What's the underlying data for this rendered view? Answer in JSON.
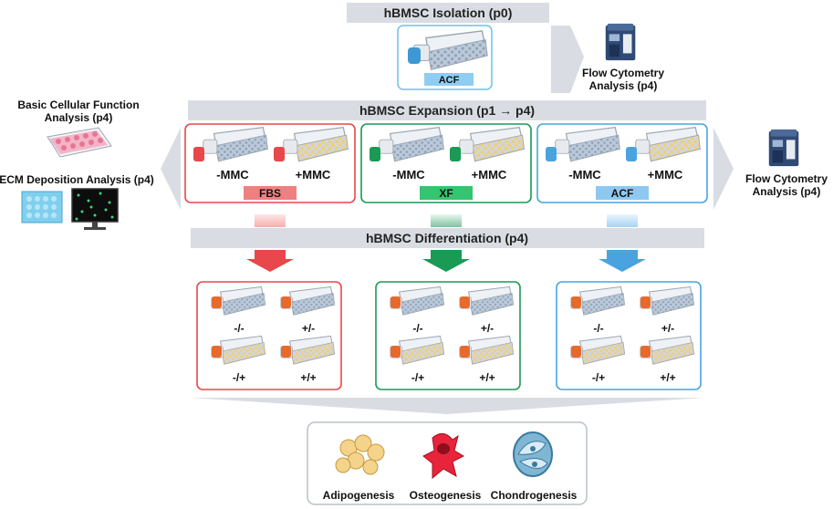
{
  "isolation": {
    "title": "hBMSC Isolation (p0)",
    "flask_label": "ACF"
  },
  "flow_top": {
    "line1": "Flow Cytometry",
    "line2": "Analysis (p4)"
  },
  "flow_right": {
    "line1": "Flow Cytometry",
    "line2": "Analysis (p4)"
  },
  "basic_function": {
    "line1": "Basic Cellular Function",
    "line2": "Analysis (p4)"
  },
  "ecm": {
    "label": "ECM Deposition Analysis (p4)"
  },
  "expansion": {
    "title": "hBMSC Expansion (p1 → p4)",
    "groups": [
      {
        "label": "FBS",
        "minus": "-MMC",
        "plus": "+MMC",
        "color": "#e8474b",
        "label_bg": "#f08080"
      },
      {
        "label": "XF",
        "minus": "-MMC",
        "plus": "+MMC",
        "color": "#1a9a55",
        "label_bg": "#35c46f"
      },
      {
        "label": "ACF",
        "minus": "-MMC",
        "plus": "+MMC",
        "color": "#4aa3df",
        "label_bg": "#8ec8f0"
      }
    ]
  },
  "differentiation": {
    "title": "hBMSC Differentiation (p4)",
    "conditions": [
      "-/-",
      "+/-",
      "-/+",
      "+/+"
    ]
  },
  "outcomes": [
    "Adipogenesis",
    "Osteogenesis",
    "Chondrogenesis"
  ],
  "colors": {
    "banner": "#d9dde3",
    "fbs": "#e8474b",
    "xf": "#1a9a55",
    "acf": "#4aa3df",
    "cap_orange": "#e86a2b"
  }
}
